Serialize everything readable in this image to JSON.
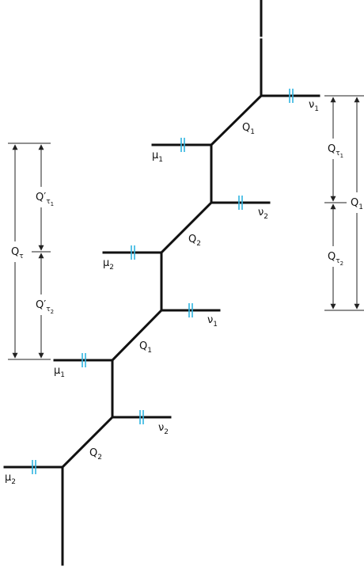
{
  "colors": {
    "line": "#111111",
    "tick": "#2fb4e0",
    "dim": "#222222"
  },
  "labels": {
    "q1_top": "Q",
    "q1_top_sub": "1",
    "q2_mid": "Q",
    "q2_mid_sub": "2",
    "q1_mid": "Q",
    "q1_mid_sub": "1",
    "q2_bot": "Q",
    "q2_bot_sub": "2",
    "mu1_top": "μ",
    "mu1_top_sub": "1",
    "mu2_mid": "μ",
    "mu2_mid_sub": "2",
    "mu1_mid": "μ",
    "mu1_mid_sub": "1",
    "mu2_bot": "μ",
    "mu2_bot_sub": "2",
    "nu1_top": "ν",
    "nu1_top_sub": "1",
    "nu2_mid": "ν",
    "nu2_mid_sub": "2",
    "nu1_mid": "ν",
    "nu1_mid_sub": "1",
    "nu2_bot": "ν",
    "nu2_bot_sub": "2",
    "left_total": "Q",
    "left_total_sub": "τ",
    "left_part1": "Q′",
    "left_part1_sub": "τ",
    "left_part1_subsub": "1",
    "left_part2": "Q′",
    "left_part2_sub": "τ",
    "left_part2_subsub": "2",
    "right_total": "Q",
    "right_total_sub": "1",
    "right_part1": "Q",
    "right_part1_sub": "τ",
    "right_part1_subsub": "1",
    "right_part2": "Q",
    "right_part2_sub": "τ",
    "right_part2_subsub": "2"
  }
}
